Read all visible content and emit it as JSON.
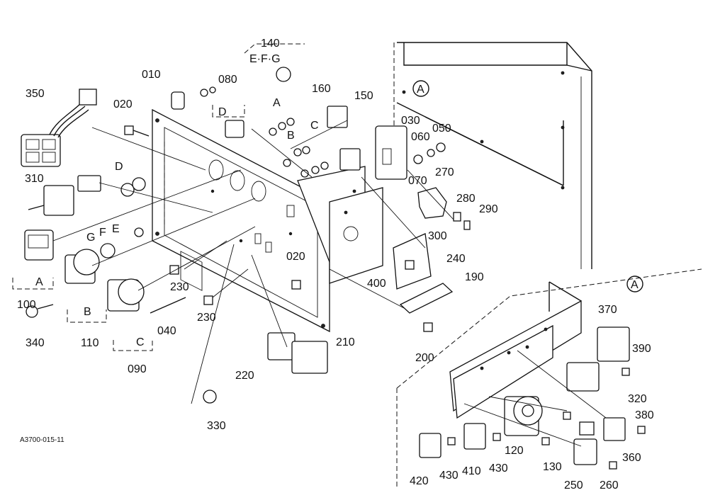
{
  "diagram": {
    "reference_code": "A3700-015-11",
    "callout_marker": "A",
    "part_labels": [
      {
        "id": "p350",
        "text": "350"
      },
      {
        "id": "p020a",
        "text": "020"
      },
      {
        "id": "p010",
        "text": "010"
      },
      {
        "id": "p080",
        "text": "080"
      },
      {
        "id": "p140",
        "text": "140"
      },
      {
        "id": "pEFG",
        "text": "E·F·G"
      },
      {
        "id": "p160",
        "text": "160"
      },
      {
        "id": "p150",
        "text": "150"
      },
      {
        "id": "pD1",
        "text": "D"
      },
      {
        "id": "pA1",
        "text": "A"
      },
      {
        "id": "pB1",
        "text": "B"
      },
      {
        "id": "pC1",
        "text": "C"
      },
      {
        "id": "p030",
        "text": "030"
      },
      {
        "id": "p060",
        "text": "060"
      },
      {
        "id": "p050",
        "text": "050"
      },
      {
        "id": "p310",
        "text": "310"
      },
      {
        "id": "pD2",
        "text": "D"
      },
      {
        "id": "p070",
        "text": "070"
      },
      {
        "id": "p270",
        "text": "270"
      },
      {
        "id": "p280",
        "text": "280"
      },
      {
        "id": "p290",
        "text": "290"
      },
      {
        "id": "pE",
        "text": "E"
      },
      {
        "id": "pF",
        "text": "F"
      },
      {
        "id": "pG",
        "text": "G"
      },
      {
        "id": "p300",
        "text": "300"
      },
      {
        "id": "p240",
        "text": "240"
      },
      {
        "id": "p020b",
        "text": "020"
      },
      {
        "id": "p190",
        "text": "190"
      },
      {
        "id": "pA2",
        "text": "A"
      },
      {
        "id": "p100",
        "text": "100"
      },
      {
        "id": "p230a",
        "text": "230"
      },
      {
        "id": "p400",
        "text": "400"
      },
      {
        "id": "pB2",
        "text": "B"
      },
      {
        "id": "p230b",
        "text": "230"
      },
      {
        "id": "p340",
        "text": "340"
      },
      {
        "id": "p110",
        "text": "110"
      },
      {
        "id": "p040",
        "text": "040"
      },
      {
        "id": "pC2",
        "text": "C"
      },
      {
        "id": "p210",
        "text": "210"
      },
      {
        "id": "p090",
        "text": "090"
      },
      {
        "id": "p200",
        "text": "200"
      },
      {
        "id": "p220",
        "text": "220"
      },
      {
        "id": "p370",
        "text": "370"
      },
      {
        "id": "p390",
        "text": "390"
      },
      {
        "id": "p320",
        "text": "320"
      },
      {
        "id": "p380",
        "text": "380"
      },
      {
        "id": "p330",
        "text": "330"
      },
      {
        "id": "p360",
        "text": "360"
      },
      {
        "id": "p120",
        "text": "120"
      },
      {
        "id": "p130",
        "text": "130"
      },
      {
        "id": "p420",
        "text": "420"
      },
      {
        "id": "p430a",
        "text": "430"
      },
      {
        "id": "p410",
        "text": "410"
      },
      {
        "id": "p430b",
        "text": "430"
      },
      {
        "id": "p250",
        "text": "250"
      },
      {
        "id": "p260",
        "text": "260"
      }
    ]
  }
}
